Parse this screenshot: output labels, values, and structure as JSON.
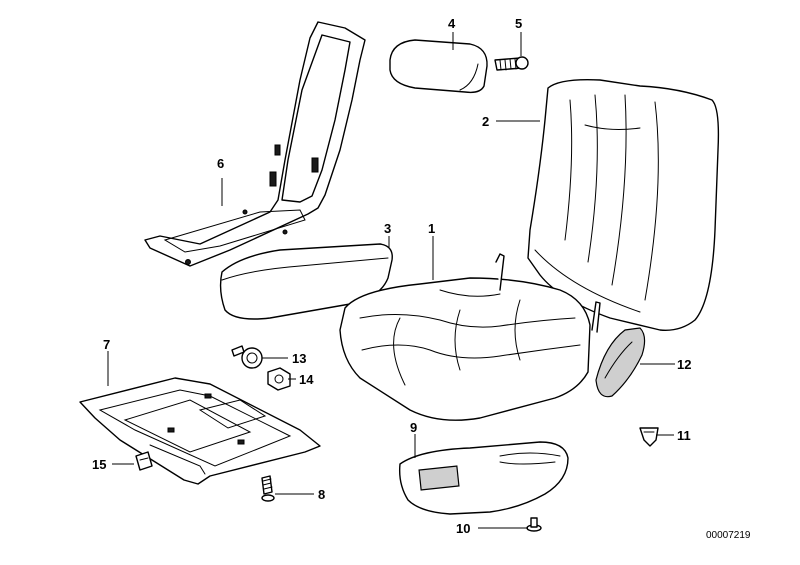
{
  "diagram_id": "00007219",
  "callouts": {
    "c1": "1",
    "c2": "2",
    "c3": "3",
    "c4": "4",
    "c5": "5",
    "c6": "6",
    "c7": "7",
    "c8": "8",
    "c9": "9",
    "c10": "10",
    "c11": "11",
    "c12": "12",
    "c13": "13",
    "c14": "14",
    "c15": "15"
  }
}
